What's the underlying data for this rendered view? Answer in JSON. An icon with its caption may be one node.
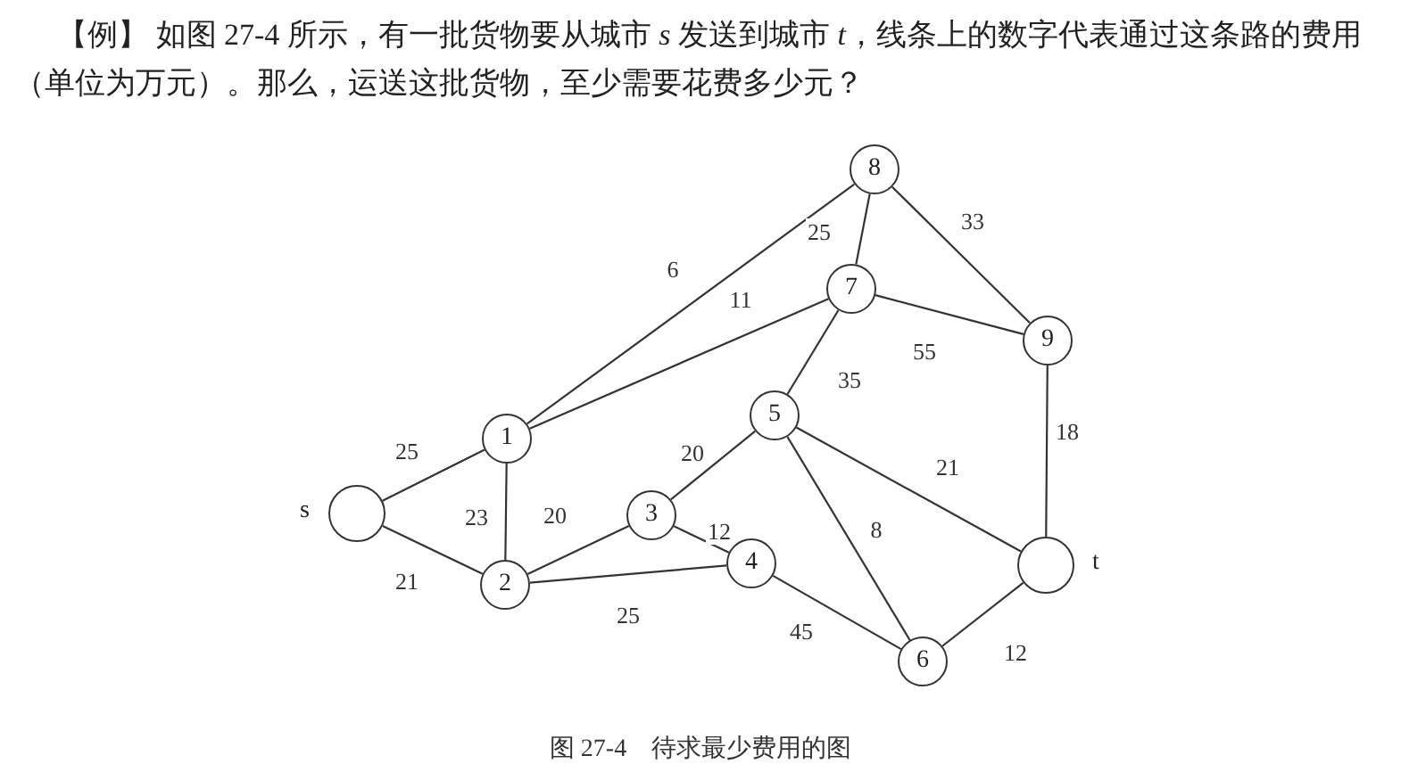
{
  "diagram": {
    "title": "【例】 如图 27-4 所示，有一批货物要从城市 *s* 发送到城市 *t*，线条上的数字代表通过这条路的费用（单位为万元）。那么，运送这批货物，至少需要花费多少元？",
    "caption": "图 27-4　待求最少费用的图",
    "nodes": [
      {
        "text": [
          "s"
        ]
      },
      {
        "text": [
          "1"
        ]
      },
      {
        "text": [
          "2"
        ]
      },
      {
        "text": [
          "3"
        ]
      },
      {
        "text": [
          "4"
        ]
      },
      {
        "text": [
          "5"
        ]
      },
      {
        "text": [
          "6"
        ]
      },
      {
        "text": [
          "7"
        ]
      },
      {
        "text": [
          "8"
        ]
      },
      {
        "text": [
          "9"
        ]
      },
      {
        "text": [
          "t"
        ]
      }
    ],
    "edges": [
      {
        "from": 0,
        "to": 1,
        "arrow": "none",
        "label": "25"
      },
      {
        "from": 0,
        "to": 2,
        "arrow": "none",
        "label": "21"
      },
      {
        "from": 1,
        "to": 2,
        "arrow": "none",
        "label": "23"
      },
      {
        "from": 1,
        "to": 8,
        "arrow": "none",
        "label": "6"
      },
      {
        "from": 1,
        "to": 7,
        "arrow": "none",
        "label": "11"
      },
      {
        "from": 2,
        "to": 3,
        "arrow": "none",
        "label": "20"
      },
      {
        "from": 2,
        "to": 4,
        "arrow": "none",
        "label": "25"
      },
      {
        "from": 3,
        "to": 5,
        "arrow": "none",
        "label": "20"
      },
      {
        "from": 3,
        "to": 4,
        "arrow": "none",
        "label": "12"
      },
      {
        "from": 5,
        "to": 7,
        "arrow": "none",
        "label": "35"
      },
      {
        "from": 5,
        "to": 6,
        "arrow": "none",
        "label": "8"
      },
      {
        "from": 5,
        "to": 10,
        "arrow": "none",
        "label": "21"
      },
      {
        "from": 4,
        "to": 6,
        "arrow": "none",
        "label": "45"
      },
      {
        "from": 6,
        "to": 10,
        "arrow": "none",
        "label": "12"
      },
      {
        "from": 7,
        "to": 8,
        "arrow": "none",
        "label": "25"
      },
      {
        "from": 7,
        "to": 9,
        "arrow": "none",
        "label": "55"
      },
      {
        "from": 8,
        "to": 9,
        "arrow": "none",
        "label": "33"
      },
      {
        "from": 9,
        "to": 10,
        "arrow": "none",
        "label": "18"
      }
    ]
  }
}
